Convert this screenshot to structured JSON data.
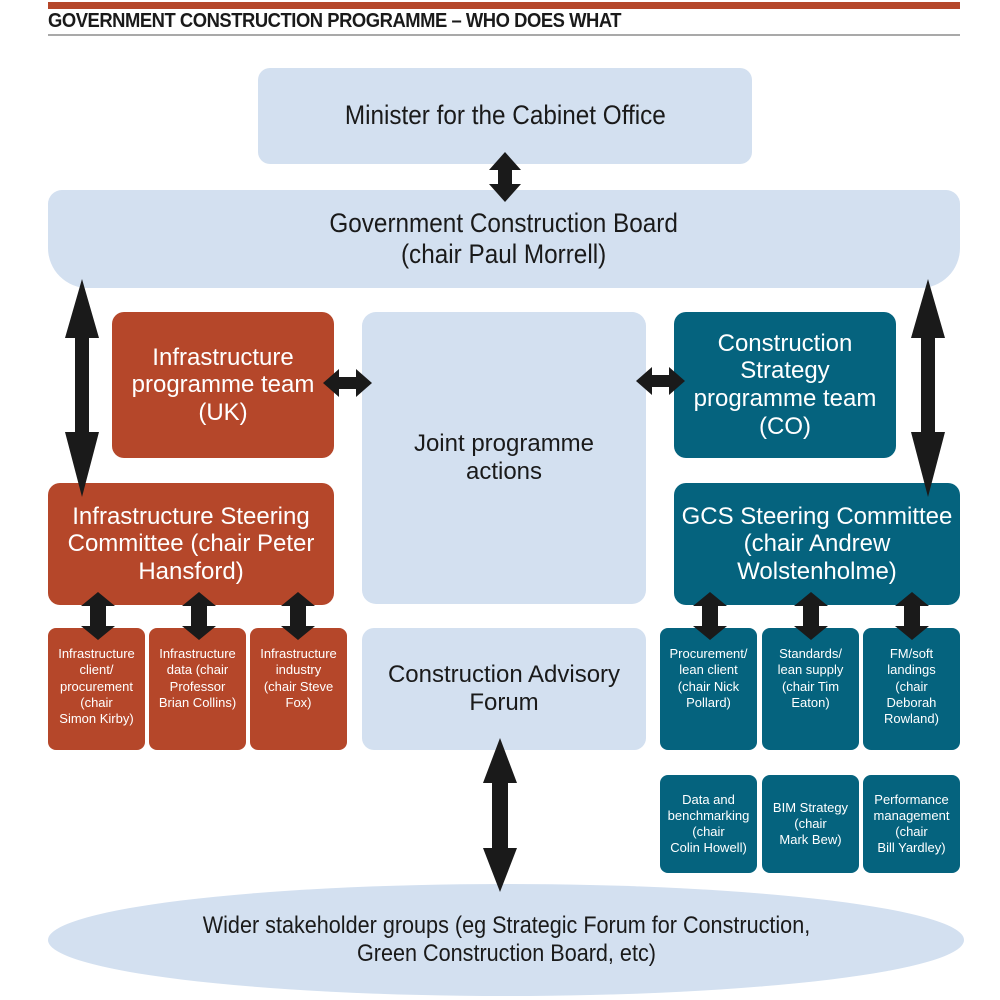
{
  "header": {
    "title": "GOVERNMENT CONSTRUCTION PROGRAMME – WHO DOES WHAT",
    "accent_color": "#b5472a"
  },
  "colors": {
    "light_box": "#d3e0f0",
    "infrastructure": "#b5472a",
    "construction_strategy": "#05637e",
    "arrow": "#1a1a1a"
  },
  "nodes": {
    "minister": "Minister for the Cabinet Office",
    "board": "Government Construction Board\n(chair Paul Morrell)",
    "infra_team": "Infrastructure\nprogramme team\n(UK)",
    "joint_actions": "Joint programme\nactions",
    "cs_team": "Construction\nStrategy\nprogramme team\n(CO)",
    "infra_steering": "Infrastructure Steering\nCommittee (chair Peter\nHansford)",
    "gcs_steering": "GCS Steering Committee\n(chair Andrew\nWolstenholme)",
    "advisory_forum": "Construction Advisory\nForum",
    "stakeholders": "Wider stakeholder groups (eg Strategic Forum for Construction,\nGreen Construction Board, etc)"
  },
  "infra_subgroups": [
    "Infrastructure\nclient/\nprocurement\n(chair\nSimon Kirby)",
    "Infrastructure\ndata (chair\nProfessor\nBrian Collins)",
    "Infrastructure\nindustry\n(chair Steve\nFox)"
  ],
  "gcs_subgroups": [
    "Procurement/\nlean client\n(chair Nick\nPollard)",
    "Standards/\nlean supply\n(chair Tim\nEaton)",
    "FM/soft\nlandings\n(chair\nDeborah\nRowland)"
  ],
  "gcs_subgroups_row2": [
    "Data and\nbenchmarking\n(chair\nColin Howell)",
    "BIM Strategy\n(chair\nMark Bew)",
    "Performance\nmanagement\n(chair\nBill Yardley)"
  ],
  "connections": [
    {
      "from": "minister",
      "to": "board",
      "type": "bidirectional"
    },
    {
      "from": "board",
      "to": "infra_steering",
      "type": "bidirectional"
    },
    {
      "from": "board",
      "to": "gcs_steering",
      "type": "bidirectional"
    },
    {
      "from": "infra_team",
      "to": "joint_actions",
      "type": "bidirectional"
    },
    {
      "from": "cs_team",
      "to": "joint_actions",
      "type": "bidirectional"
    },
    {
      "from": "infra_steering",
      "to": "infra_subgroups.0",
      "type": "bidirectional"
    },
    {
      "from": "infra_steering",
      "to": "infra_subgroups.1",
      "type": "bidirectional"
    },
    {
      "from": "infra_steering",
      "to": "infra_subgroups.2",
      "type": "bidirectional"
    },
    {
      "from": "gcs_steering",
      "to": "gcs_subgroups.0",
      "type": "bidirectional"
    },
    {
      "from": "gcs_steering",
      "to": "gcs_subgroups.1",
      "type": "bidirectional"
    },
    {
      "from": "gcs_steering",
      "to": "gcs_subgroups.2",
      "type": "bidirectional"
    },
    {
      "from": "advisory_forum",
      "to": "stakeholders",
      "type": "bidirectional"
    }
  ]
}
